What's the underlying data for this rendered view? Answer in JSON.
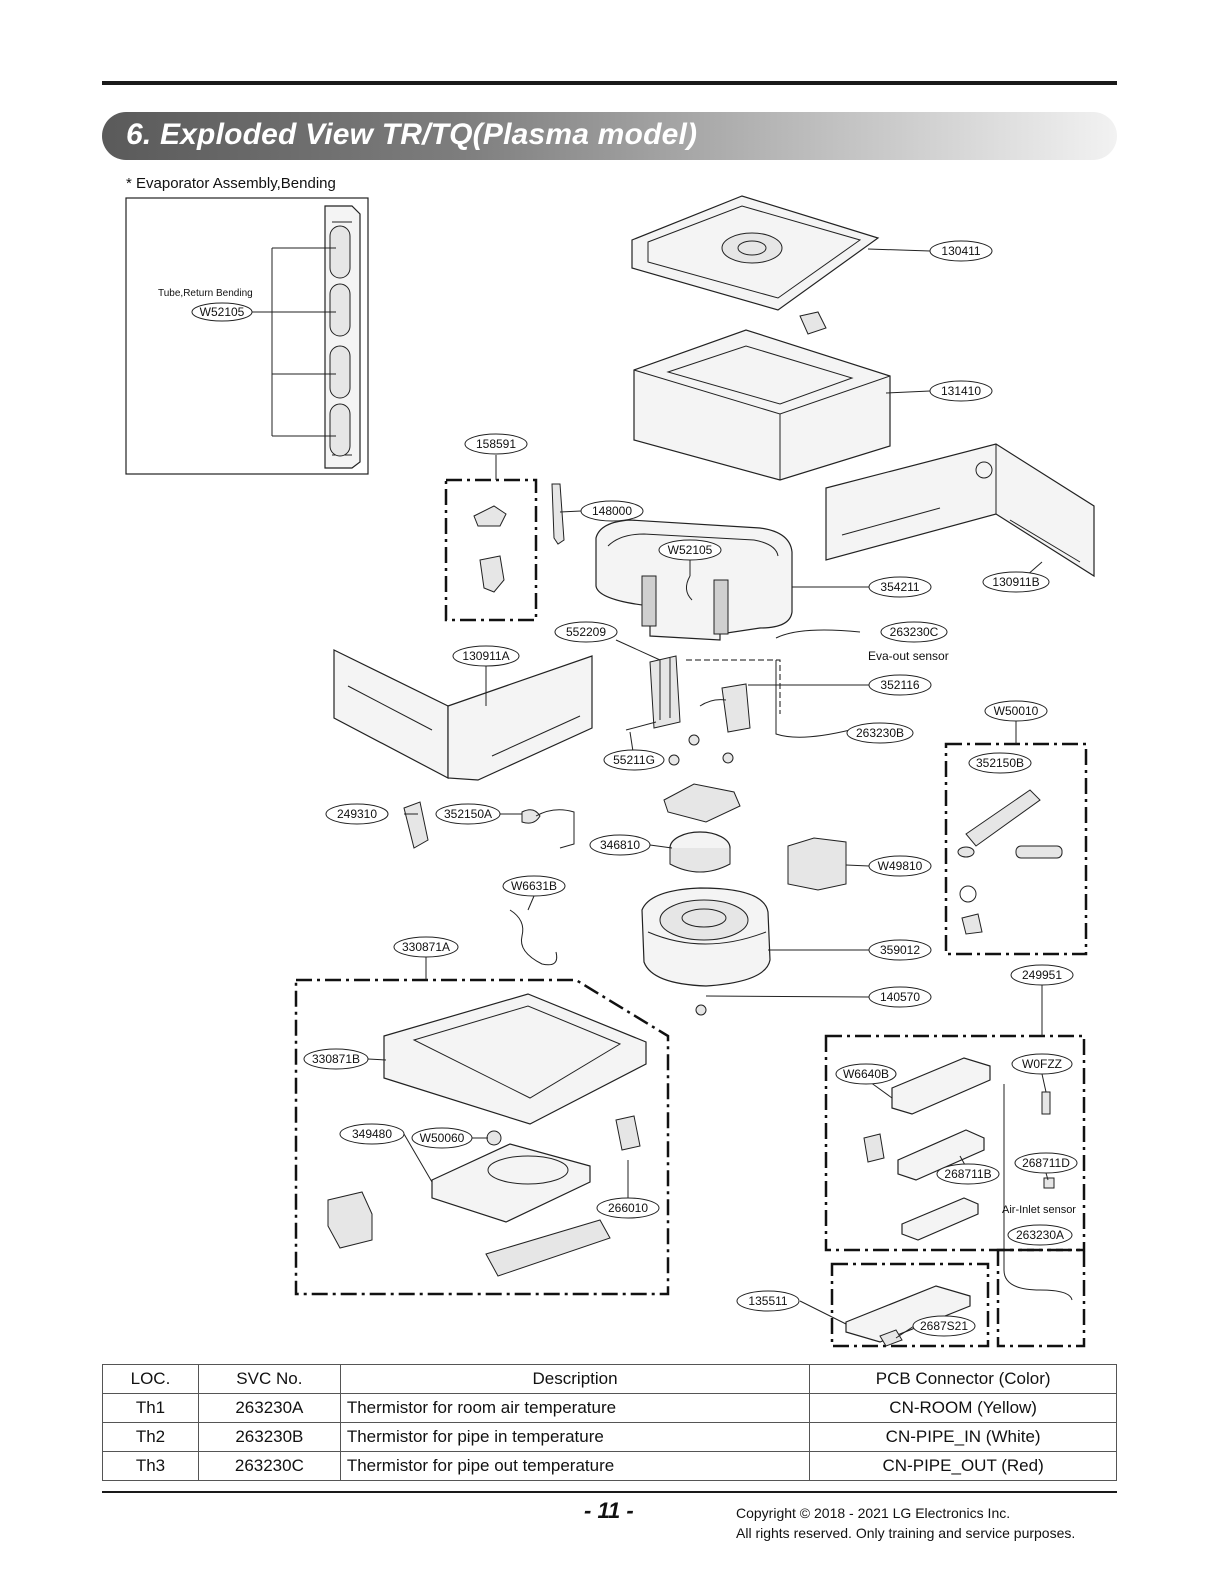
{
  "page_title": "6. Exploded View TR/TQ(Plasma model)",
  "sub_heading": "* Evaporator Assembly,Bending",
  "inset": {
    "caption": "Tube,Return Bending",
    "part_no": "W52105"
  },
  "callouts": [
    "130411",
    "131410",
    "158591",
    "148000",
    "W52105",
    "354211",
    "130911B",
    "552209",
    "263230C",
    "130911A",
    "352116",
    "W50010",
    "263230B",
    "55211G",
    "352150B",
    "249310",
    "352150A",
    "346810",
    "W49810",
    "W6631B",
    "330871A",
    "359012",
    "249951",
    "140570",
    "330871B",
    "W6640B",
    "W0FZZ",
    "349480",
    "W50060",
    "268711D",
    "268711B",
    "266010",
    "263230A",
    "135511",
    "2687S21"
  ],
  "annotations": {
    "eva_out_sensor": "Eva-out sensor",
    "air_inlet_sensor": "Air-Inlet sensor"
  },
  "table": {
    "headers": [
      "LOC.",
      "SVC No.",
      "Description",
      "PCB Connector (Color)"
    ],
    "rows": [
      [
        "Th1",
        "263230A",
        "Thermistor for room air temperature",
        "CN-ROOM (Yellow)"
      ],
      [
        "Th2",
        "263230B",
        "Thermistor for pipe in temperature",
        "CN-PIPE_IN (White)"
      ],
      [
        "Th3",
        "263230C",
        "Thermistor for pipe out temperature",
        "CN-PIPE_OUT (Red)"
      ]
    ]
  },
  "footer": {
    "page_number": "- 11 -",
    "copyright_line1": "Copyright © 2018 - 2021 LG Electronics Inc.",
    "copyright_line2": "All rights reserved. Only training and service purposes."
  }
}
